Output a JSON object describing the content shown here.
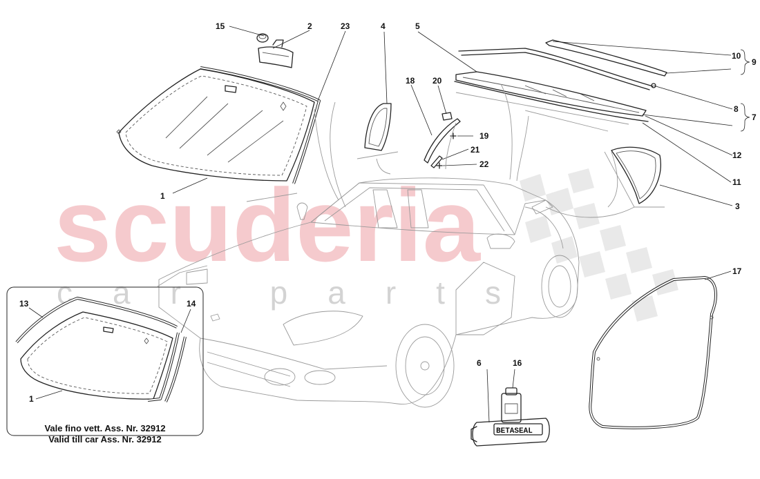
{
  "diagram": {
    "watermark": {
      "brand": "scuderia",
      "subtitle": "car parts"
    },
    "callouts": {
      "c1": "1",
      "c2": "2",
      "c3": "3",
      "c4": "4",
      "c5": "5",
      "c6": "6",
      "c7": "7",
      "c8": "8",
      "c9": "9",
      "c10": "10",
      "c11": "11",
      "c12": "12",
      "c13": "13",
      "c14": "14",
      "c15": "15",
      "c16": "16",
      "c17": "17",
      "c18": "18",
      "c19": "19",
      "c20": "20",
      "c21": "21",
      "c22": "22",
      "c23": "23",
      "inset_c1": "1"
    },
    "inset": {
      "note_line1": "Vale fino vett. Ass. Nr. 32912",
      "note_line2": "Valid till car Ass. Nr. 32912"
    },
    "product_label": "BETASEAL"
  }
}
